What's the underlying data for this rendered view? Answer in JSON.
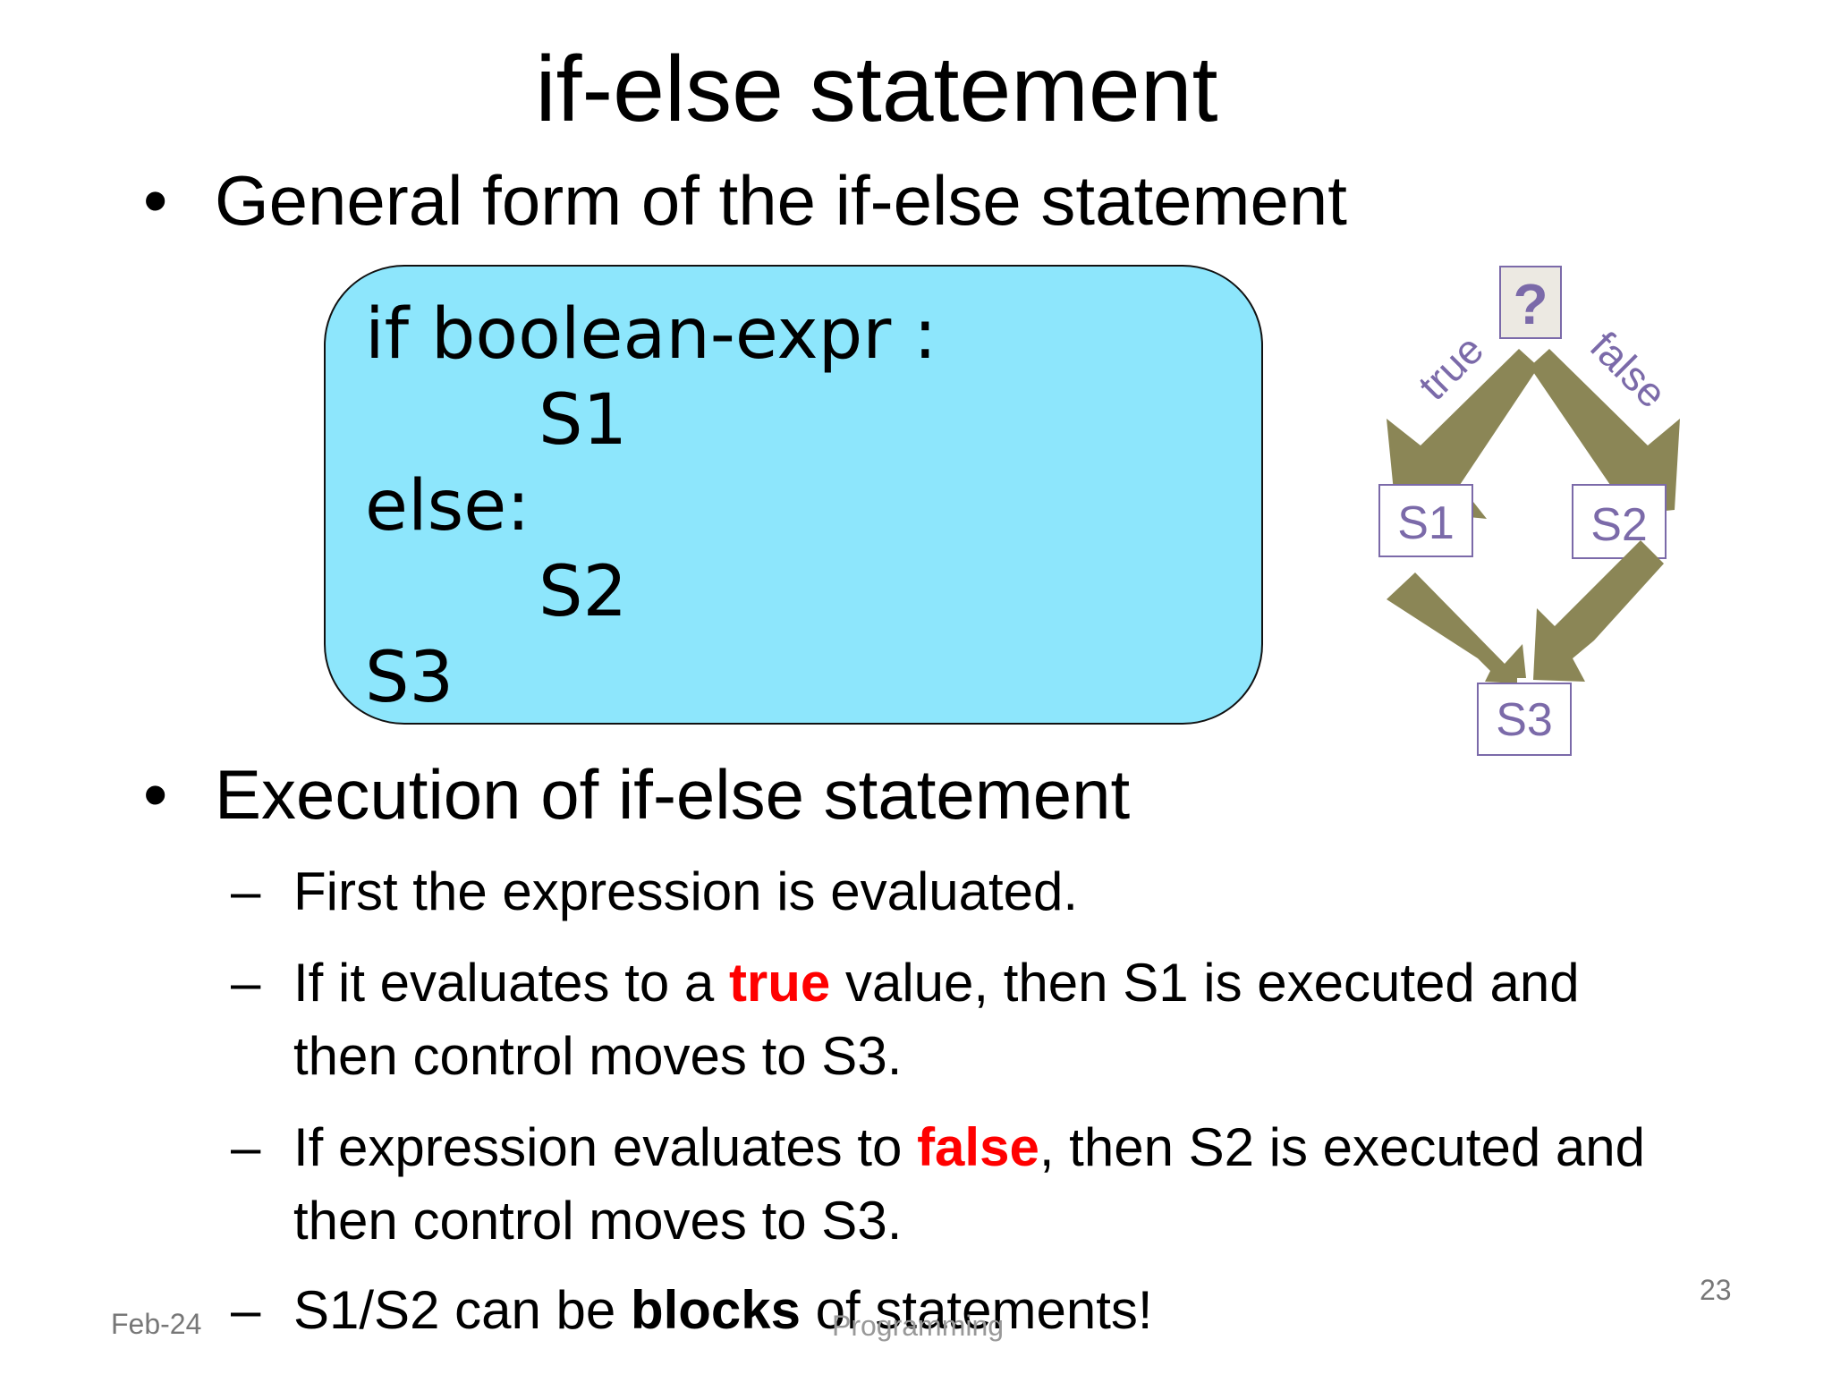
{
  "slide": {
    "title": "if-else statement",
    "bullet_symbol": "•",
    "dash_symbol": "–",
    "bullets": [
      {
        "text": "General form of the if-else statement"
      },
      {
        "text": "Execution of if-else statement"
      }
    ],
    "code_lines": [
      "if boolean-expr :",
      "S1",
      "else:",
      "S2",
      "S3"
    ],
    "sub_bullets": {
      "first": "First the expression is evaluated.",
      "second_a": "If it evaluates to a ",
      "second_red": "true",
      "second_b": " value, then S1 is executed and then control moves to S3.",
      "third_a": "If expression evaluates to ",
      "third_red": "false",
      "third_b": ", then S2 is executed and then control moves to S3.",
      "fourth_a": "S1/S2 can be ",
      "fourth_bold": "blocks",
      "fourth_b": " of statements!"
    },
    "footer": {
      "date": "Feb-24",
      "center": "Programming",
      "page": "23"
    }
  },
  "flowchart": {
    "decision_label": "?",
    "true_label": "true",
    "false_label": "false",
    "s1_label": "S1",
    "s2_label": "S2",
    "s3_label": "S3",
    "arrow_color": "#8b8656",
    "box_border_color": "#7b6aa9",
    "decision_fill": "#ece9e2"
  }
}
